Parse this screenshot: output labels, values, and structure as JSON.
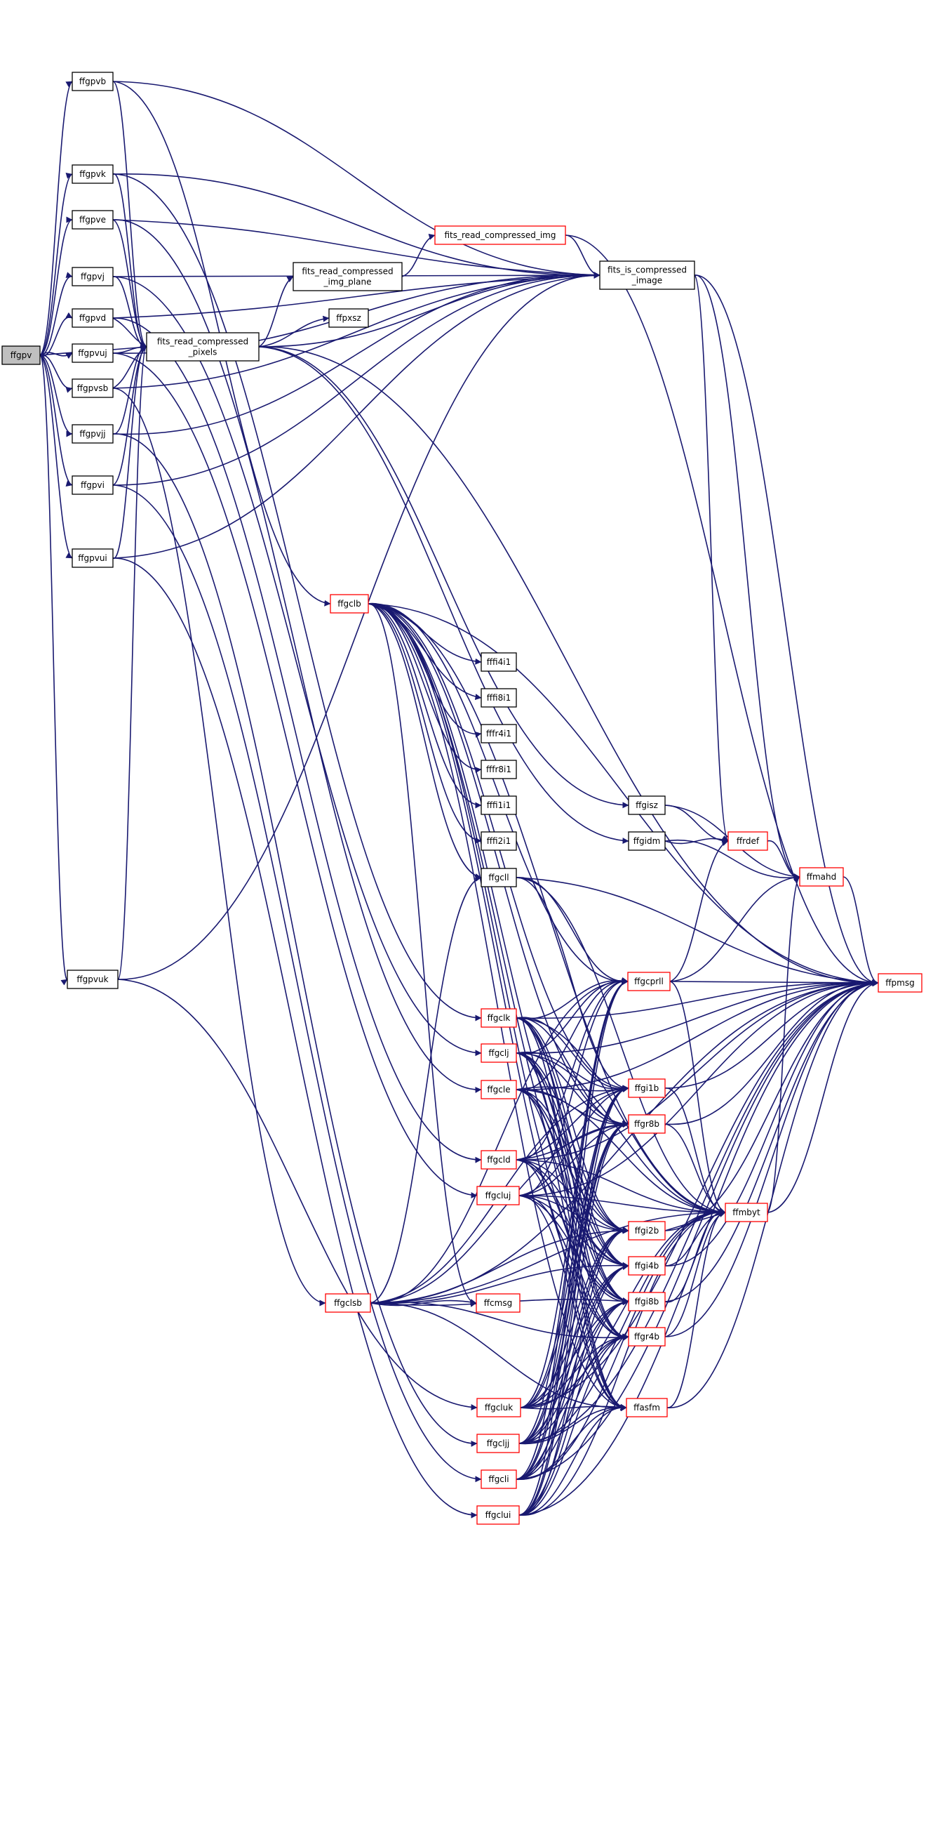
{
  "graph": {
    "colors": {
      "edge": "#191970",
      "truncated_border": "#ff0000",
      "node_border": "#000000",
      "root_fill": "#bfbfbf"
    },
    "nodes": [
      {
        "id": "ffgpv",
        "label": [
          "ffgpv"
        ],
        "root": true
      },
      {
        "id": "ffgpvb",
        "label": [
          "ffgpvb"
        ]
      },
      {
        "id": "ffgpvk",
        "label": [
          "ffgpvk"
        ]
      },
      {
        "id": "ffgpve",
        "label": [
          "ffgpve"
        ]
      },
      {
        "id": "ffgpvj",
        "label": [
          "ffgpvj"
        ]
      },
      {
        "id": "ffgpvd",
        "label": [
          "ffgpvd"
        ]
      },
      {
        "id": "ffgpvuj",
        "label": [
          "ffgpvuj"
        ]
      },
      {
        "id": "ffgpvsb",
        "label": [
          "ffgpvsb"
        ]
      },
      {
        "id": "ffgpvjj",
        "label": [
          "ffgpvjj"
        ]
      },
      {
        "id": "ffgpvi",
        "label": [
          "ffgpvi"
        ]
      },
      {
        "id": "ffgpvui",
        "label": [
          "ffgpvui"
        ]
      },
      {
        "id": "ffgpvuk",
        "label": [
          "ffgpvuk"
        ]
      },
      {
        "id": "frcp",
        "label": [
          "fits_read_compressed",
          "_pixels"
        ]
      },
      {
        "id": "frcip",
        "label": [
          "fits_read_compressed",
          "_img_plane"
        ]
      },
      {
        "id": "frci",
        "label": [
          "fits_read_compressed_img"
        ],
        "truncated": true
      },
      {
        "id": "fici",
        "label": [
          "fits_is_compressed",
          "_image"
        ]
      },
      {
        "id": "ffpxsz",
        "label": [
          "ffpxsz"
        ]
      },
      {
        "id": "ffgclb",
        "label": [
          "ffgclb"
        ],
        "truncated": true
      },
      {
        "id": "fffi4i1",
        "label": [
          "fffi4i1"
        ]
      },
      {
        "id": "fffi8i1",
        "label": [
          "fffi8i1"
        ]
      },
      {
        "id": "fffr4i1",
        "label": [
          "fffr4i1"
        ]
      },
      {
        "id": "fffr8i1",
        "label": [
          "fffr8i1"
        ]
      },
      {
        "id": "fffi1i1",
        "label": [
          "fffi1i1"
        ]
      },
      {
        "id": "fffi2i1",
        "label": [
          "fffi2i1"
        ]
      },
      {
        "id": "ffgcll",
        "label": [
          "ffgcll"
        ]
      },
      {
        "id": "ffgisz",
        "label": [
          "ffgisz"
        ]
      },
      {
        "id": "ffgidm",
        "label": [
          "ffgidm"
        ]
      },
      {
        "id": "ffrdef",
        "label": [
          "ffrdef"
        ],
        "truncated": true
      },
      {
        "id": "ffmahd",
        "label": [
          "ffmahd"
        ],
        "truncated": true
      },
      {
        "id": "ffpmsg",
        "label": [
          "ffpmsg"
        ],
        "truncated": true
      },
      {
        "id": "ffgcprll",
        "label": [
          "ffgcprll"
        ],
        "truncated": true
      },
      {
        "id": "ffgclk",
        "label": [
          "ffgclk"
        ],
        "truncated": true
      },
      {
        "id": "ffgclj",
        "label": [
          "ffgclj"
        ],
        "truncated": true
      },
      {
        "id": "ffgcle",
        "label": [
          "ffgcle"
        ],
        "truncated": true
      },
      {
        "id": "ffgi1b",
        "label": [
          "ffgi1b"
        ],
        "truncated": true
      },
      {
        "id": "ffgr8b",
        "label": [
          "ffgr8b"
        ],
        "truncated": true
      },
      {
        "id": "ffgcld",
        "label": [
          "ffgcld"
        ],
        "truncated": true
      },
      {
        "id": "ffmbyt",
        "label": [
          "ffmbyt"
        ],
        "truncated": true
      },
      {
        "id": "ffgcluj",
        "label": [
          "ffgcluj"
        ],
        "truncated": true
      },
      {
        "id": "ffgi2b",
        "label": [
          "ffgi2b"
        ],
        "truncated": true
      },
      {
        "id": "ffgi4b",
        "label": [
          "ffgi4b"
        ],
        "truncated": true
      },
      {
        "id": "ffgclsb",
        "label": [
          "ffgclsb"
        ],
        "truncated": true
      },
      {
        "id": "ffcmsg",
        "label": [
          "ffcmsg"
        ],
        "truncated": true
      },
      {
        "id": "ffgi8b",
        "label": [
          "ffgi8b"
        ],
        "truncated": true
      },
      {
        "id": "ffgr4b",
        "label": [
          "ffgr4b"
        ],
        "truncated": true
      },
      {
        "id": "ffgcluk",
        "label": [
          "ffgcluk"
        ],
        "truncated": true
      },
      {
        "id": "ffasfm",
        "label": [
          "ffasfm"
        ],
        "truncated": true
      },
      {
        "id": "ffgcljj",
        "label": [
          "ffgcljj"
        ],
        "truncated": true
      },
      {
        "id": "ffgcli",
        "label": [
          "ffgcli"
        ],
        "truncated": true
      },
      {
        "id": "ffgclui",
        "label": [
          "ffgclui"
        ],
        "truncated": true
      }
    ],
    "edges": [
      [
        "ffgpv",
        "ffgpvb"
      ],
      [
        "ffgpv",
        "ffgpvk"
      ],
      [
        "ffgpv",
        "ffgpve"
      ],
      [
        "ffgpv",
        "ffgpvj"
      ],
      [
        "ffgpv",
        "ffgpvd"
      ],
      [
        "ffgpv",
        "ffgpvuj"
      ],
      [
        "ffgpv",
        "ffgpvsb"
      ],
      [
        "ffgpv",
        "ffgpvjj"
      ],
      [
        "ffgpv",
        "ffgpvi"
      ],
      [
        "ffgpv",
        "ffgpvui"
      ],
      [
        "ffgpv",
        "ffgpvuk"
      ],
      [
        "ffgpv",
        "frcp"
      ],
      [
        "ffgpvb",
        "frcp"
      ],
      [
        "ffgpvb",
        "fici"
      ],
      [
        "ffgpvb",
        "ffgclb"
      ],
      [
        "ffgpvk",
        "frcp"
      ],
      [
        "ffgpvk",
        "fici"
      ],
      [
        "ffgpvk",
        "ffgclk"
      ],
      [
        "ffgpve",
        "frcp"
      ],
      [
        "ffgpve",
        "fici"
      ],
      [
        "ffgpve",
        "ffgcle"
      ],
      [
        "ffgpvj",
        "frcp"
      ],
      [
        "ffgpvj",
        "fici"
      ],
      [
        "ffgpvj",
        "ffgclj"
      ],
      [
        "ffgpvd",
        "frcp"
      ],
      [
        "ffgpvd",
        "fici"
      ],
      [
        "ffgpvd",
        "ffgcld"
      ],
      [
        "ffgpvuj",
        "frcp"
      ],
      [
        "ffgpvuj",
        "fici"
      ],
      [
        "ffgpvuj",
        "ffgcluj"
      ],
      [
        "ffgpvsb",
        "frcp"
      ],
      [
        "ffgpvsb",
        "fici"
      ],
      [
        "ffgpvsb",
        "ffgclsb"
      ],
      [
        "ffgpvjj",
        "frcp"
      ],
      [
        "ffgpvjj",
        "fici"
      ],
      [
        "ffgpvjj",
        "ffgcljj"
      ],
      [
        "ffgpvi",
        "frcp"
      ],
      [
        "ffgpvi",
        "fici"
      ],
      [
        "ffgpvi",
        "ffgcli"
      ],
      [
        "ffgpvui",
        "frcp"
      ],
      [
        "ffgpvui",
        "fici"
      ],
      [
        "ffgpvui",
        "ffgclui"
      ],
      [
        "ffgpvuk",
        "frcp"
      ],
      [
        "ffgpvuk",
        "fici"
      ],
      [
        "ffgpvuk",
        "ffgcluk"
      ],
      [
        "frcp",
        "frcip"
      ],
      [
        "frcp",
        "ffpxsz"
      ],
      [
        "frcp",
        "fici"
      ],
      [
        "frcp",
        "ffgisz"
      ],
      [
        "frcp",
        "ffgidm"
      ],
      [
        "frcp",
        "ffpmsg"
      ],
      [
        "frcip",
        "frci"
      ],
      [
        "frci",
        "fici"
      ],
      [
        "frci",
        "ffpmsg"
      ],
      [
        "fici",
        "ffrdef"
      ],
      [
        "fici",
        "ffmahd"
      ],
      [
        "fici",
        "ffpmsg"
      ],
      [
        "ffgisz",
        "ffrdef"
      ],
      [
        "ffgisz",
        "ffmahd"
      ],
      [
        "ffgidm",
        "ffrdef"
      ],
      [
        "ffgidm",
        "ffmahd"
      ],
      [
        "ffrdef",
        "ffmahd"
      ],
      [
        "ffmahd",
        "ffpmsg"
      ],
      [
        "ffgclb",
        "fffi4i1"
      ],
      [
        "ffgclb",
        "fffi8i1"
      ],
      [
        "ffgclb",
        "fffr4i1"
      ],
      [
        "ffgclb",
        "fffr8i1"
      ],
      [
        "ffgclb",
        "fffi1i1"
      ],
      [
        "ffgclb",
        "fffi2i1"
      ],
      [
        "ffgclb",
        "ffgcll"
      ],
      [
        "ffgclb",
        "ffgcprll"
      ],
      [
        "ffgclb",
        "ffgi1b"
      ],
      [
        "ffgclb",
        "ffgr8b"
      ],
      [
        "ffgclb",
        "ffgi2b"
      ],
      [
        "ffgclb",
        "ffgi4b"
      ],
      [
        "ffgclb",
        "ffgi8b"
      ],
      [
        "ffgclb",
        "ffgr4b"
      ],
      [
        "ffgclb",
        "ffasfm"
      ],
      [
        "ffgclb",
        "ffmbyt"
      ],
      [
        "ffgclb",
        "ffpmsg"
      ],
      [
        "ffgclb",
        "ffcmsg"
      ],
      [
        "ffgcll",
        "ffgcprll"
      ],
      [
        "ffgcll",
        "ffgi1b"
      ],
      [
        "ffgcll",
        "ffmbyt"
      ],
      [
        "ffgcll",
        "ffpmsg"
      ],
      [
        "ffgcprll",
        "ffrdef"
      ],
      [
        "ffgcprll",
        "ffmahd"
      ],
      [
        "ffgcprll",
        "ffpmsg"
      ],
      [
        "ffgcprll",
        "ffmbyt"
      ],
      [
        "ffgclk",
        "ffgcprll"
      ],
      [
        "ffgclk",
        "ffgi1b"
      ],
      [
        "ffgclk",
        "ffgr8b"
      ],
      [
        "ffgclk",
        "ffgi2b"
      ],
      [
        "ffgclk",
        "ffgi4b"
      ],
      [
        "ffgclk",
        "ffgi8b"
      ],
      [
        "ffgclk",
        "ffgr4b"
      ],
      [
        "ffgclk",
        "ffasfm"
      ],
      [
        "ffgclk",
        "ffmbyt"
      ],
      [
        "ffgclk",
        "ffpmsg"
      ],
      [
        "ffgclj",
        "ffgcprll"
      ],
      [
        "ffgclj",
        "ffgi1b"
      ],
      [
        "ffgclj",
        "ffgr8b"
      ],
      [
        "ffgclj",
        "ffgi2b"
      ],
      [
        "ffgclj",
        "ffgi4b"
      ],
      [
        "ffgclj",
        "ffgi8b"
      ],
      [
        "ffgclj",
        "ffgr4b"
      ],
      [
        "ffgclj",
        "ffasfm"
      ],
      [
        "ffgclj",
        "ffmbyt"
      ],
      [
        "ffgclj",
        "ffpmsg"
      ],
      [
        "ffgcle",
        "ffgcprll"
      ],
      [
        "ffgcle",
        "ffgi1b"
      ],
      [
        "ffgcle",
        "ffgr8b"
      ],
      [
        "ffgcle",
        "ffgi2b"
      ],
      [
        "ffgcle",
        "ffgi4b"
      ],
      [
        "ffgcle",
        "ffgi8b"
      ],
      [
        "ffgcle",
        "ffgr4b"
      ],
      [
        "ffgcle",
        "ffasfm"
      ],
      [
        "ffgcle",
        "ffmbyt"
      ],
      [
        "ffgcle",
        "ffpmsg"
      ],
      [
        "ffgcld",
        "ffgcprll"
      ],
      [
        "ffgcld",
        "ffgi1b"
      ],
      [
        "ffgcld",
        "ffgr8b"
      ],
      [
        "ffgcld",
        "ffgi2b"
      ],
      [
        "ffgcld",
        "ffgi4b"
      ],
      [
        "ffgcld",
        "ffgi8b"
      ],
      [
        "ffgcld",
        "ffgr4b"
      ],
      [
        "ffgcld",
        "ffasfm"
      ],
      [
        "ffgcld",
        "ffmbyt"
      ],
      [
        "ffgcld",
        "ffpmsg"
      ],
      [
        "ffgcluj",
        "ffgcprll"
      ],
      [
        "ffgcluj",
        "ffgi1b"
      ],
      [
        "ffgcluj",
        "ffgr8b"
      ],
      [
        "ffgcluj",
        "ffgi2b"
      ],
      [
        "ffgcluj",
        "ffgi4b"
      ],
      [
        "ffgcluj",
        "ffgi8b"
      ],
      [
        "ffgcluj",
        "ffgr4b"
      ],
      [
        "ffgcluj",
        "ffasfm"
      ],
      [
        "ffgcluj",
        "ffmbyt"
      ],
      [
        "ffgcluj",
        "ffpmsg"
      ],
      [
        "ffgclsb",
        "ffgcprll"
      ],
      [
        "ffgclsb",
        "ffgi1b"
      ],
      [
        "ffgclsb",
        "ffgr8b"
      ],
      [
        "ffgclsb",
        "ffgi2b"
      ],
      [
        "ffgclsb",
        "ffgi4b"
      ],
      [
        "ffgclsb",
        "ffgi8b"
      ],
      [
        "ffgclsb",
        "ffgr4b"
      ],
      [
        "ffgclsb",
        "ffasfm"
      ],
      [
        "ffgclsb",
        "ffmbyt"
      ],
      [
        "ffgclsb",
        "ffpmsg"
      ],
      [
        "ffgclsb",
        "ffcmsg"
      ],
      [
        "ffgclsb",
        "ffgcll"
      ],
      [
        "ffgcluk",
        "ffgcprll"
      ],
      [
        "ffgcluk",
        "ffgi1b"
      ],
      [
        "ffgcluk",
        "ffgr8b"
      ],
      [
        "ffgcluk",
        "ffgi2b"
      ],
      [
        "ffgcluk",
        "ffgi4b"
      ],
      [
        "ffgcluk",
        "ffgi8b"
      ],
      [
        "ffgcluk",
        "ffgr4b"
      ],
      [
        "ffgcluk",
        "ffasfm"
      ],
      [
        "ffgcluk",
        "ffmbyt"
      ],
      [
        "ffgcluk",
        "ffpmsg"
      ],
      [
        "ffgcljj",
        "ffgcprll"
      ],
      [
        "ffgcljj",
        "ffgi1b"
      ],
      [
        "ffgcljj",
        "ffgr8b"
      ],
      [
        "ffgcljj",
        "ffgi2b"
      ],
      [
        "ffgcljj",
        "ffgi4b"
      ],
      [
        "ffgcljj",
        "ffgi8b"
      ],
      [
        "ffgcljj",
        "ffgr4b"
      ],
      [
        "ffgcljj",
        "ffasfm"
      ],
      [
        "ffgcljj",
        "ffmbyt"
      ],
      [
        "ffgcljj",
        "ffpmsg"
      ],
      [
        "ffgcli",
        "ffgcprll"
      ],
      [
        "ffgcli",
        "ffgi1b"
      ],
      [
        "ffgcli",
        "ffgr8b"
      ],
      [
        "ffgcli",
        "ffgi2b"
      ],
      [
        "ffgcli",
        "ffgi4b"
      ],
      [
        "ffgcli",
        "ffgi8b"
      ],
      [
        "ffgcli",
        "ffgr4b"
      ],
      [
        "ffgcli",
        "ffasfm"
      ],
      [
        "ffgcli",
        "ffmbyt"
      ],
      [
        "ffgcli",
        "ffpmsg"
      ],
      [
        "ffgclui",
        "ffgcprll"
      ],
      [
        "ffgclui",
        "ffgi1b"
      ],
      [
        "ffgclui",
        "ffgr8b"
      ],
      [
        "ffgclui",
        "ffgi2b"
      ],
      [
        "ffgclui",
        "ffgi4b"
      ],
      [
        "ffgclui",
        "ffgi8b"
      ],
      [
        "ffgclui",
        "ffgr4b"
      ],
      [
        "ffgclui",
        "ffasfm"
      ],
      [
        "ffgclui",
        "ffmbyt"
      ],
      [
        "ffgclui",
        "ffpmsg"
      ],
      [
        "ffgi1b",
        "ffmbyt"
      ],
      [
        "ffgi1b",
        "ffpmsg"
      ],
      [
        "ffgr8b",
        "ffmbyt"
      ],
      [
        "ffgr8b",
        "ffpmsg"
      ],
      [
        "ffgi2b",
        "ffmbyt"
      ],
      [
        "ffgi2b",
        "ffpmsg"
      ],
      [
        "ffgi4b",
        "ffmbyt"
      ],
      [
        "ffgi4b",
        "ffpmsg"
      ],
      [
        "ffgi8b",
        "ffmbyt"
      ],
      [
        "ffgi8b",
        "ffpmsg"
      ],
      [
        "ffgr4b",
        "ffmbyt"
      ],
      [
        "ffgr4b",
        "ffpmsg"
      ],
      [
        "ffasfm",
        "ffmbyt"
      ],
      [
        "ffasfm",
        "ffpmsg"
      ],
      [
        "ffmbyt",
        "ffmahd"
      ],
      [
        "ffmbyt",
        "ffpmsg"
      ]
    ]
  }
}
